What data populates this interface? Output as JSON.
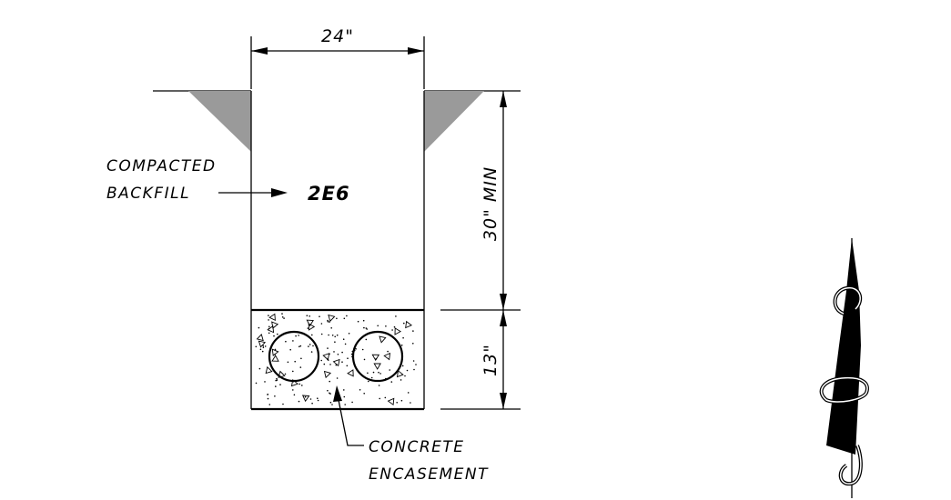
{
  "trench": {
    "width_dim": "24\"",
    "depth_dim": "30\" MIN",
    "encasement_dim": "13\"",
    "backfill_material": "2E6"
  },
  "callouts": {
    "backfill_line1": "COMPACTED",
    "backfill_line2": "BACKFILL",
    "encasement_line1": "CONCRETE",
    "encasement_line2": "ENCASEMENT"
  },
  "colors": {
    "line": "#000000",
    "slope_fill": "#9a9a9a",
    "background": "#ffffff"
  }
}
